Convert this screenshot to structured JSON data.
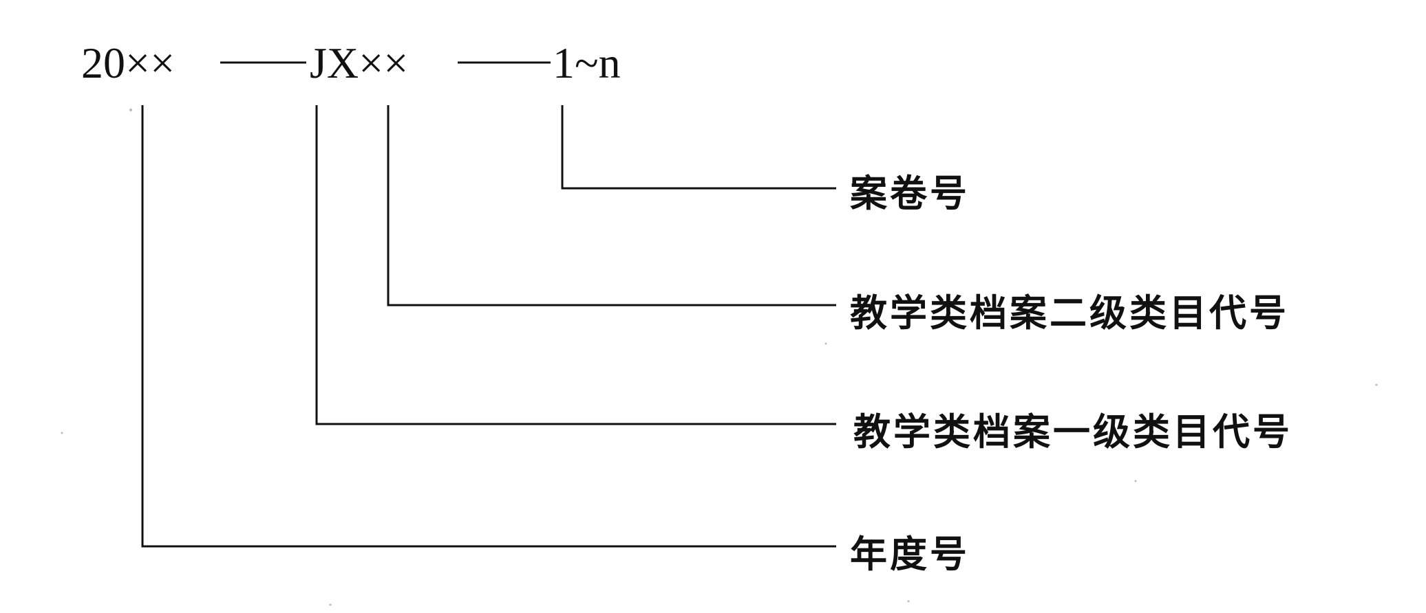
{
  "diagram": {
    "code_parts": {
      "year_part": "20××",
      "category_part": "JX××",
      "volume_part": "1~n"
    },
    "labels": {
      "volume_number": "案卷号",
      "secondary_category": "教学类档案二级类目代号",
      "primary_category": "教学类档案一级类目代号",
      "year_number": "年度号"
    }
  }
}
